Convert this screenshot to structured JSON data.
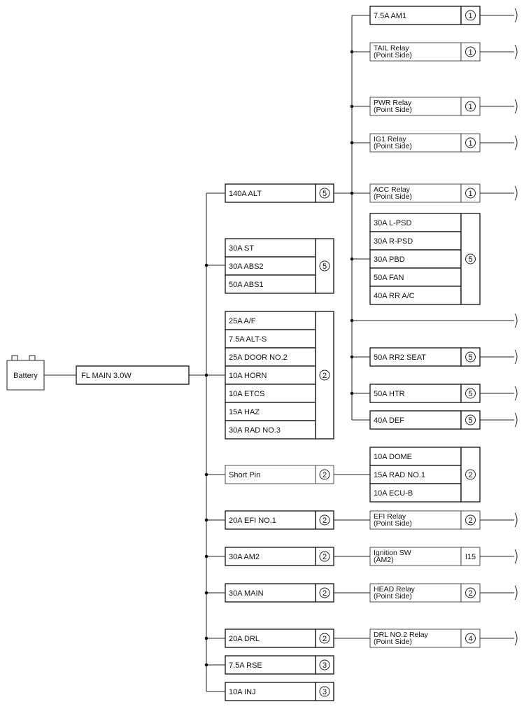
{
  "battery": {
    "label": "Battery"
  },
  "main_fuse": {
    "label": "FL MAIN 3.0W"
  },
  "column1": [
    {
      "labels": [
        "140A ALT"
      ],
      "num": "5"
    },
    {
      "labels": [
        "30A ST",
        "30A ABS2",
        "50A ABS1"
      ],
      "num": "5"
    },
    {
      "labels": [
        "25A A/F",
        "7.5A ALT-S",
        "25A DOOR NO.2",
        "10A HORN",
        "10A ETCS",
        "15A HAZ",
        "30A RAD NO.3"
      ],
      "num": "2"
    },
    {
      "labels": [
        "Short Pin"
      ],
      "num": "2"
    },
    {
      "labels": [
        "20A EFI NO.1"
      ],
      "num": "2"
    },
    {
      "labels": [
        "30A AM2"
      ],
      "num": "2"
    },
    {
      "labels": [
        "30A MAIN"
      ],
      "num": "2"
    },
    {
      "labels": [
        "20A DRL"
      ],
      "num": "2"
    },
    {
      "labels": [
        "7.5A RSE"
      ],
      "num": "3"
    },
    {
      "labels": [
        "10A INJ"
      ],
      "num": "3"
    }
  ],
  "column2": [
    {
      "lines": [
        "7.5A AM1"
      ],
      "num": "1"
    },
    {
      "lines": [
        "TAIL Relay",
        "(Point Side)"
      ],
      "num": "1"
    },
    {
      "lines": [
        "PWR Relay",
        "(Point Side)"
      ],
      "num": "1"
    },
    {
      "lines": [
        "IG1 Relay",
        "(Point Side)"
      ],
      "num": "1"
    },
    {
      "lines": [
        "ACC Relay",
        "(Point Side)"
      ],
      "num": "1"
    },
    {
      "stack": [
        "30A L-PSD",
        "30A R-PSD",
        "30A PBD",
        "50A FAN",
        "40A RR A/C"
      ],
      "num": "5"
    },
    {
      "lines": [
        "50A RR2 SEAT"
      ],
      "num": "5"
    },
    {
      "lines": [
        "50A HTR"
      ],
      "num": "5"
    },
    {
      "lines": [
        "40A DEF"
      ],
      "num": "5"
    },
    {
      "stack": [
        "10A DOME",
        "15A RAD NO.1",
        "10A ECU-B"
      ],
      "num": "2"
    },
    {
      "lines": [
        "EFI Relay",
        "(Point Side)"
      ],
      "num": "2"
    },
    {
      "lines": [
        "Ignition SW",
        "(AM2)"
      ],
      "num": "I15",
      "plain": true
    },
    {
      "lines": [
        "HEAD Relay",
        "(Point Side)"
      ],
      "num": "2"
    },
    {
      "lines": [
        "DRL NO.2 Relay",
        "(Point Side)"
      ],
      "num": "4"
    }
  ]
}
